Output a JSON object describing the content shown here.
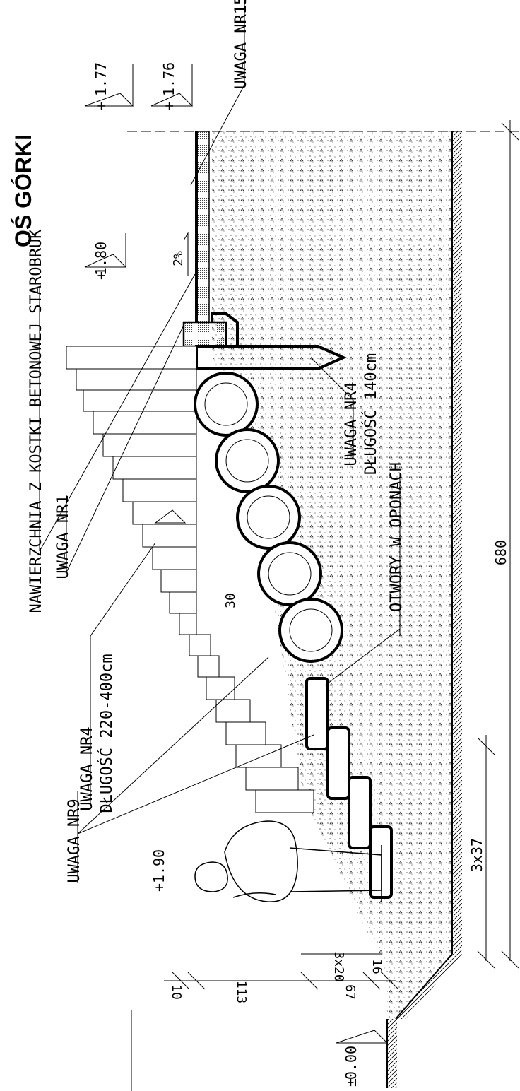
{
  "title": "",
  "axis": {
    "label": "OŚ GÓRKI"
  },
  "notes": {
    "nr15": "UWAGA NR15",
    "surface": "NAWIERZCHNIA Z KOSTKI BETONOWEJ STAROBRUK",
    "nr1": "UWAGA NR1",
    "nr4_long_title": "UWAGA NR4",
    "nr4_long_length": "DŁUGOŚĆ 220-400cm",
    "nr4_short_title": "UWAGA NR4",
    "nr4_short_length": "DŁUGOŚĆ 140cm",
    "holes": "OTWORY W OPONACH",
    "nr9": "UWAGA NR9"
  },
  "elevations": [
    "1.77",
    "1.76",
    "1.80",
    "1.90",
    "0.00"
  ],
  "elevation_signs": [
    "+",
    "+",
    "+",
    "+",
    "±"
  ],
  "slope": "2%",
  "angle": "30",
  "dimensions": {
    "total_width": "680",
    "steps": "3x37",
    "d10": "10",
    "d113": "113",
    "d67": "67",
    "d3x20": "3x20",
    "d16": "16"
  },
  "colors": {
    "line": "#000000",
    "background": "#ffffff"
  }
}
